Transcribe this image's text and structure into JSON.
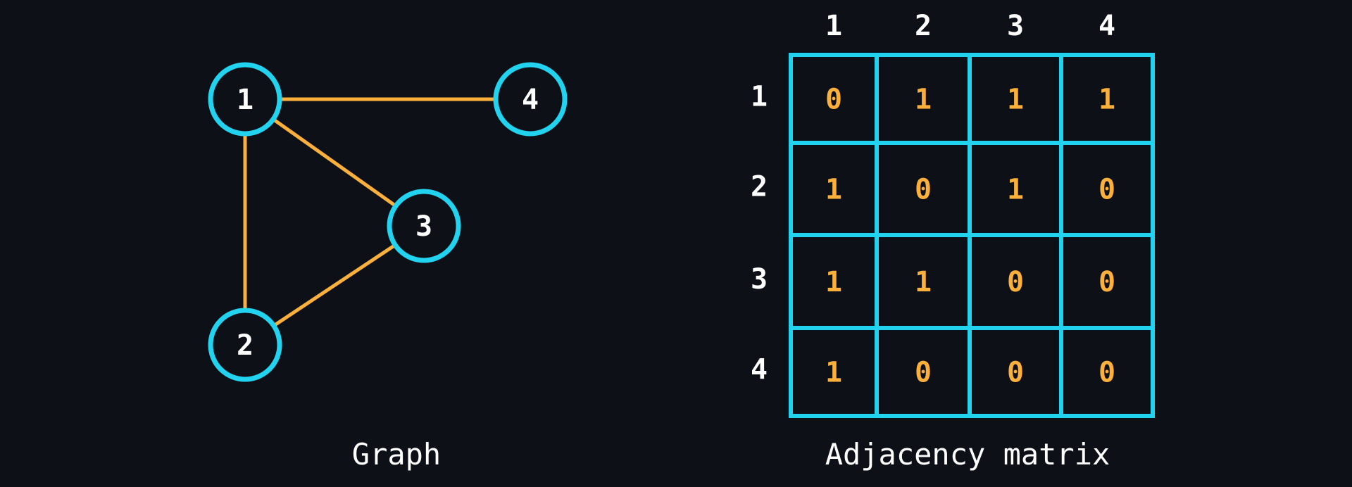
{
  "colors": {
    "background": "#0d1017",
    "node": "#22d3f0",
    "edge": "#fbb03b",
    "text": "#ffffff",
    "matrix_value": "#fbb03b",
    "grid": "#22d3f0"
  },
  "graph": {
    "caption": "Graph",
    "nodes": [
      {
        "id": "1",
        "label": "1"
      },
      {
        "id": "2",
        "label": "2"
      },
      {
        "id": "3",
        "label": "3"
      },
      {
        "id": "4",
        "label": "4"
      }
    ],
    "edges": [
      [
        "1",
        "4"
      ],
      [
        "1",
        "3"
      ],
      [
        "1",
        "2"
      ],
      [
        "2",
        "3"
      ]
    ]
  },
  "matrix": {
    "caption": "Adjacency matrix",
    "column_labels": [
      "1",
      "2",
      "3",
      "4"
    ],
    "row_labels": [
      "1",
      "2",
      "3",
      "4"
    ],
    "values": [
      [
        "0",
        "1",
        "1",
        "1"
      ],
      [
        "1",
        "0",
        "1",
        "0"
      ],
      [
        "1",
        "1",
        "0",
        "0"
      ],
      [
        "1",
        "0",
        "0",
        "0"
      ]
    ]
  }
}
